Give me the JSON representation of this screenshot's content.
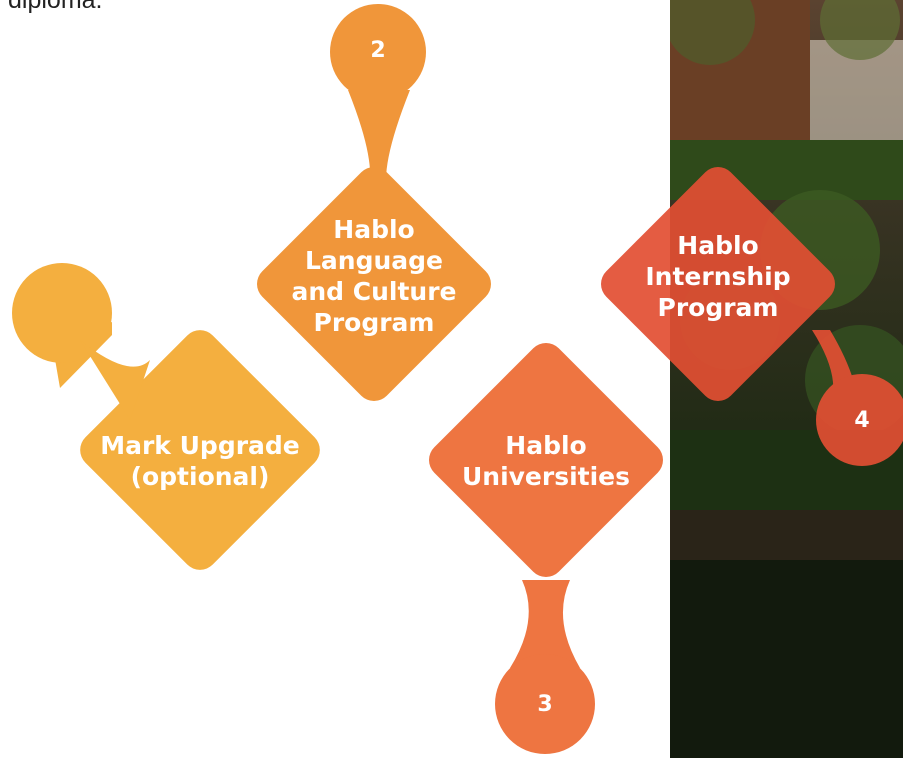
{
  "intro_text": "diploma.",
  "colors": {
    "step1": "#F4AF3F",
    "step2": "#F0963A",
    "step3": "#EE7541",
    "step4": "#E24F33",
    "photo_dark": "#1a2413"
  },
  "steps": [
    {
      "label": "Mark Upgrade\n(optional)",
      "number": ""
    },
    {
      "label": "Hablo\nLanguage\nand Culture\nProgram",
      "number": "2"
    },
    {
      "label": "Hablo\nUniversities",
      "number": "3"
    },
    {
      "label": "Hablo\nInternship\nProgram",
      "number": "4"
    }
  ]
}
